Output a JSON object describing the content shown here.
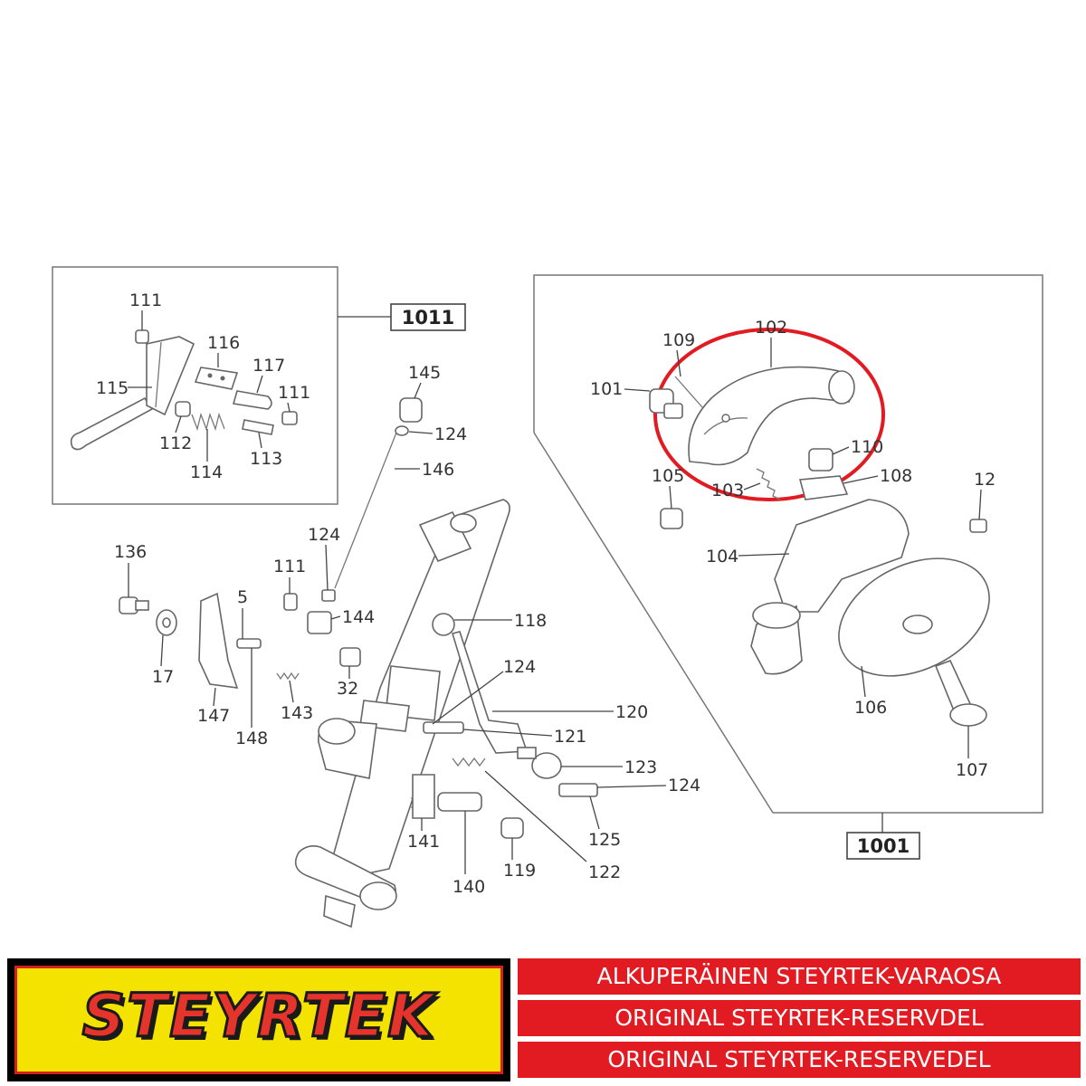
{
  "assemblies": {
    "left": "1011",
    "right": "1001"
  },
  "labels": {
    "p111a": "111",
    "p116": "116",
    "p117": "117",
    "p111b": "111",
    "p115": "115",
    "p112": "112",
    "p114": "114",
    "p113": "113",
    "p145": "145",
    "p124a": "124",
    "p146": "146",
    "p136": "136",
    "p5": "5",
    "p17": "17",
    "p147": "147",
    "p148": "148",
    "p124b": "124",
    "p111c": "111",
    "p144": "144",
    "p143": "143",
    "p32": "32",
    "p118": "118",
    "p124c": "124",
    "p120": "120",
    "p121": "121",
    "p123": "123",
    "p124d": "124",
    "p125": "125",
    "p141": "141",
    "p140": "140",
    "p119": "119",
    "p122": "122",
    "p109": "109",
    "p102": "102",
    "p101": "101",
    "p110": "110",
    "p105": "105",
    "p103": "103",
    "p108": "108",
    "p12": "12",
    "p104": "104",
    "p106": "106",
    "p107": "107"
  },
  "footer": {
    "logo": "STEYRTEK",
    "banners": [
      "ALKUPERÄINEN STEYRTEK-VARAOSA",
      "ORIGINAL STEYRTEK-RESERVDEL",
      "ORIGINAL STEYRTEK-RESERVEDEL"
    ]
  },
  "colors": {
    "highlight": "#e21b22",
    "banner_bg": "#e21b22",
    "logo_yellow": "#f4e300",
    "logo_red": "#e4342c"
  }
}
